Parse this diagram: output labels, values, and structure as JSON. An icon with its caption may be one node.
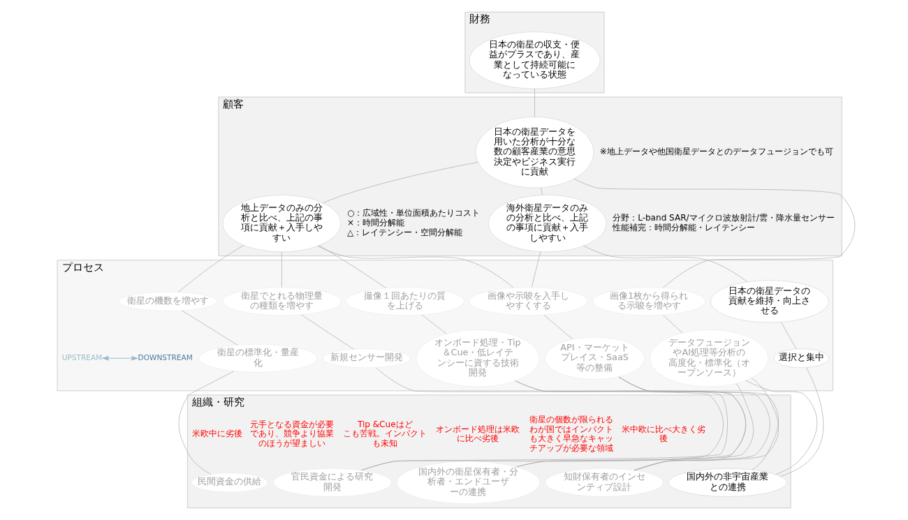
{
  "diagram": {
    "nodes": [
      {
        "text": [
          "財務"
        ]
      },
      {
        "text": [
          "日本の衛星の収支・便益がプラスであり、産業として持続可能になっている状態"
        ],
        "in": 0
      },
      {
        "text": [
          "顧客"
        ]
      },
      {
        "text": [
          "日本の衛星データを用いた分析が十分な数の顧客産業の意思決定やビジネス実行に貢献"
        ],
        "in": 2,
        "beside": [
          "※地上データや他国衛星データとのデータフュージョンでも可"
        ]
      },
      {
        "text": [
          "地上データのみの分析と比べ、上記の事項に貢献＋入手しやすい"
        ],
        "in": 2,
        "beside": [
          "○：広域性・単位面積あたりコスト",
          "×：時間分解能",
          "△：レイテンシー・空間分解能"
        ]
      },
      {
        "text": [
          "海外衛星データのみの分析と比べ、上記の事項に貢献＋入手しやすい"
        ],
        "in": 2,
        "beside": [
          "分野：L-band SAR/マイクロ波放射計/雲・降水量センサー",
          "性能補完：時間分解能・レイテンシー"
        ]
      },
      {
        "text": [
          "プロセス"
        ]
      },
      {
        "text": [
          "衛星の機数を増やす"
        ],
        "in": 6
      },
      {
        "text": [
          "衛星でとれる物理量の種類を増やす"
        ],
        "in": 6
      },
      {
        "text": [
          "撮像１回あたりの質を上げる"
        ],
        "in": 6
      },
      {
        "text": [
          "画像1枚から得られる示唆を増やす"
        ],
        "in": 6
      },
      {
        "text": [
          "画像や示唆を入手しやすくする"
        ],
        "in": 6
      },
      {
        "text": [
          "日本の衛星データの貢献を維持・向上させる"
        ],
        "in": 6
      },
      {
        "text": [
          "衛星の標準化・量産化"
        ],
        "in": 6
      },
      {
        "text": [
          "新規センサー開発"
        ],
        "in": 6
      },
      {
        "text": [
          "オンボード処理・Tip＆Cue・低レイテンシーに資する技術開発"
        ],
        "in": 6
      },
      {
        "text": [
          "データフュージョンやAI処理等分析の高度化・標準化（オープンソース）"
        ],
        "in": 6
      },
      {
        "text": [
          "API・マーケットプレイス・SaaS等の整備"
        ],
        "in": 6
      },
      {
        "text": [
          "選択と集中"
        ],
        "in": 6
      },
      {
        "text": [
          "組織・研究"
        ]
      },
      {
        "text": [
          "民間資金の供給"
        ],
        "in": 19
      },
      {
        "text": [
          "官民資金による研究開発"
        ],
        "in": 19
      },
      {
        "text": [
          "知財保有者のインセンティブ設計"
        ],
        "in": 19
      },
      {
        "text": [
          "国内外の衛星保有者・分析者・エンドユーザーの連携"
        ],
        "in": 19
      },
      {
        "text": [
          "国内外の非宇宙産業との連携"
        ],
        "in": 19
      },
      {
        "text": [
          "UPSTREAM"
        ],
        "in": 6
      },
      {
        "text": [
          "DOWNSTREAM"
        ],
        "in": 6
      }
    ],
    "edges": [
      {
        "from": 1,
        "to": 3,
        "arrow": "none"
      },
      {
        "from": 3,
        "to": 4,
        "arrow": "none"
      },
      {
        "from": 3,
        "to": 5,
        "arrow": "none"
      },
      {
        "from": 3,
        "to": 10,
        "arrow": "none"
      },
      {
        "from": 4,
        "to": 7,
        "arrow": "none"
      },
      {
        "from": 4,
        "to": 8,
        "arrow": "none"
      },
      {
        "from": 4,
        "to": 9,
        "arrow": "none"
      },
      {
        "from": 4,
        "to": 11,
        "arrow": "none"
      },
      {
        "from": 5,
        "to": 11,
        "arrow": "none"
      },
      {
        "from": 5,
        "to": 12,
        "arrow": "none"
      },
      {
        "from": 7,
        "to": 13,
        "arrow": "none"
      },
      {
        "from": 8,
        "to": 14,
        "arrow": "none"
      },
      {
        "from": 9,
        "to": 15,
        "arrow": "none"
      },
      {
        "from": 10,
        "to": 16,
        "arrow": "none"
      },
      {
        "from": 11,
        "to": 17,
        "arrow": "none"
      },
      {
        "from": 12,
        "to": 18,
        "arrow": "none"
      },
      {
        "from": 13,
        "to": 20,
        "arrow": "none"
      },
      {
        "from": 14,
        "to": 21,
        "arrow": "none"
      },
      {
        "from": 15,
        "to": 21,
        "arrow": "none"
      },
      {
        "from": 15,
        "to": 22,
        "arrow": "none"
      },
      {
        "from": 16,
        "to": 22,
        "arrow": "none"
      },
      {
        "from": 16,
        "to": 23,
        "arrow": "none"
      },
      {
        "from": 16,
        "to": 24,
        "arrow": "none"
      },
      {
        "from": 17,
        "to": 22,
        "arrow": "none"
      },
      {
        "from": 17,
        "to": 23,
        "arrow": "none"
      },
      {
        "from": 17,
        "to": 24,
        "arrow": "none"
      },
      {
        "from": 18,
        "to": 24,
        "arrow": "none"
      },
      {
        "from": 25,
        "to": 26,
        "arrow": "both",
        "color": "#9dbbcc"
      }
    ],
    "labels": [
      "米欧中に劣後",
      "元手となる資金が必要であり、競争より協業のほうが望ましい",
      "オンボード処理は米欧に比べ劣後",
      "Tip &Cueはどこも苦戦。インパクトも未知",
      "米中欧に比べ大きく劣後",
      "衛星の個数が限られるわが国ではインパクトも大きく早急なキャッチアップが必要な領域"
    ]
  }
}
